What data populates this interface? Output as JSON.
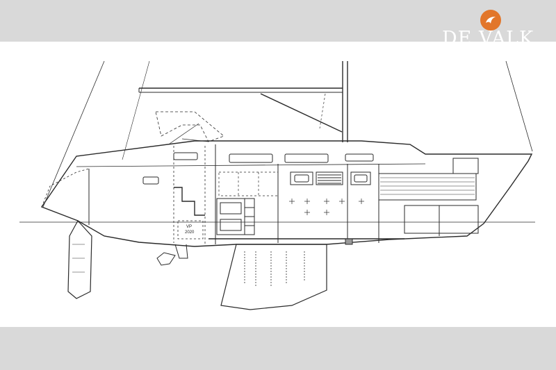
{
  "brand": {
    "name": "DE VALK",
    "accent_color": "#e2762a",
    "logo_icon": "bird-logo-icon"
  },
  "drawing": {
    "engine_label_line1": "VP",
    "engine_label_line2": "2020"
  },
  "colors": {
    "frame_background": "#d9d9d9",
    "drawing_background": "#ffffff",
    "line_color": "#2a2a2a"
  }
}
